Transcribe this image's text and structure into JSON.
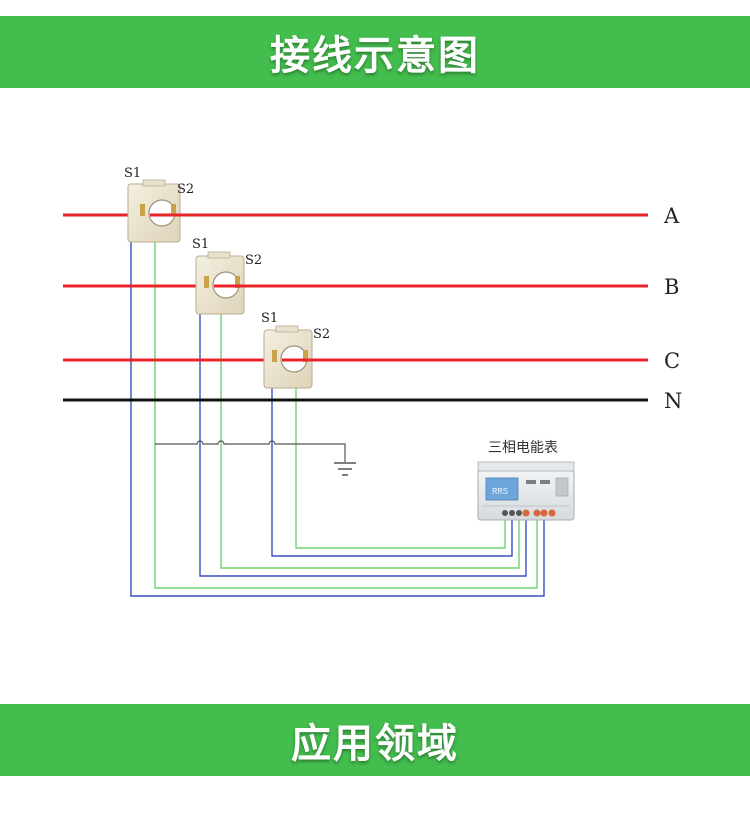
{
  "header": {
    "title": "接线示意图"
  },
  "footer": {
    "title": "应用领域"
  },
  "lines": [
    {
      "label": "A",
      "color": "#e8232a"
    },
    {
      "label": "B",
      "color": "#e8232a"
    },
    {
      "label": "C",
      "color": "#e8232a"
    },
    {
      "label": "N",
      "color": "#111111"
    }
  ],
  "cts": [
    {
      "s1": "S1",
      "s2": "S2"
    },
    {
      "s1": "S1",
      "s2": "S2"
    },
    {
      "s1": "S1",
      "s2": "S2"
    }
  ],
  "meter": {
    "label": "三相电能表",
    "display": "RRS"
  },
  "colors": {
    "banner": "#43bd4d",
    "wire_blue": "#3a4fc2",
    "wire_green": "#6fd46f",
    "ground": "#555555"
  }
}
